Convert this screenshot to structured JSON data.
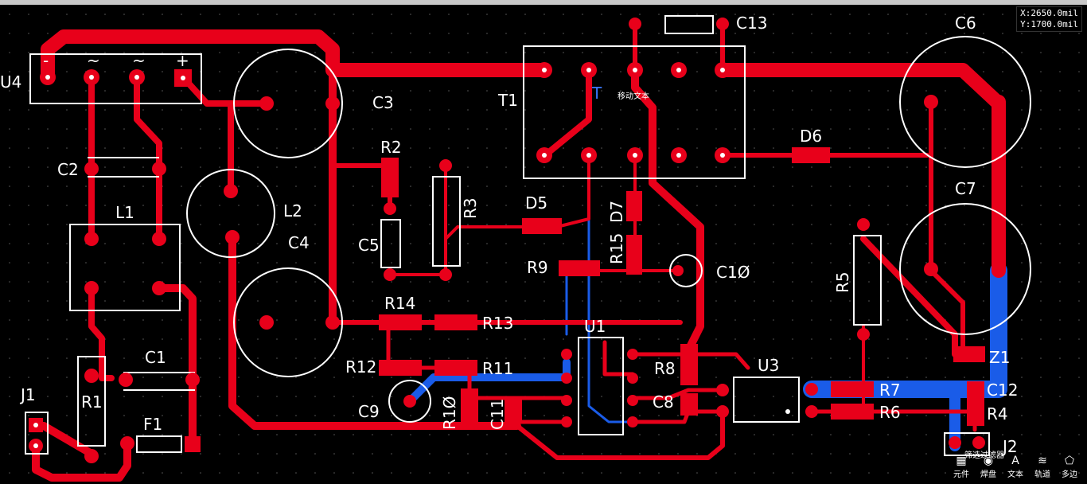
{
  "coords": {
    "x": "X:2650.0mil",
    "y": "Y:1700.0mil"
  },
  "labels": {
    "U4": "U4",
    "C3": "C3",
    "C2": "C2",
    "L1": "L1",
    "L2": "L2",
    "C4": "C4",
    "R2": "R2",
    "R3": "R3",
    "C5": "C5",
    "T1": "T1",
    "T1pin": "T",
    "movetext": "移动文本",
    "C13": "C13",
    "C6": "C6",
    "D6": "D6",
    "C7": "C7",
    "D5": "D5",
    "D7": "D7",
    "R15": "R15",
    "R9": "R9",
    "C10": "C1Ø",
    "R14": "R14",
    "R13": "R13",
    "U1": "U1",
    "R12": "R12",
    "R11": "R11",
    "C1": "C1",
    "R1": "R1",
    "J1": "J1",
    "F1": "F1",
    "C9": "C9",
    "R10": "R1Ø",
    "C11": "C11",
    "R8": "R8",
    "C8": "C8",
    "U3": "U3",
    "R5": "R5",
    "Z1": "Z1",
    "R7": "R7",
    "R6": "R6",
    "C12": "C12",
    "R4": "R4",
    "J2": "J2",
    "bridge_minus": "-",
    "bridge_ac1": "~",
    "bridge_ac2": "~",
    "bridge_plus": "+"
  },
  "filter_label": "筛选过滤器",
  "toolbar": [
    {
      "label": "元件",
      "icon": "component-icon"
    },
    {
      "label": "焊盘",
      "icon": "pad-icon"
    },
    {
      "label": "文本",
      "icon": "text-icon"
    },
    {
      "label": "轨道",
      "icon": "track-icon"
    },
    {
      "label": "多边",
      "icon": "polygon-icon"
    }
  ],
  "colors": {
    "background": "#000000",
    "top_copper": "#e8001a",
    "bottom_copper": "#1a5ce8",
    "silkscreen": "#ffffff"
  }
}
